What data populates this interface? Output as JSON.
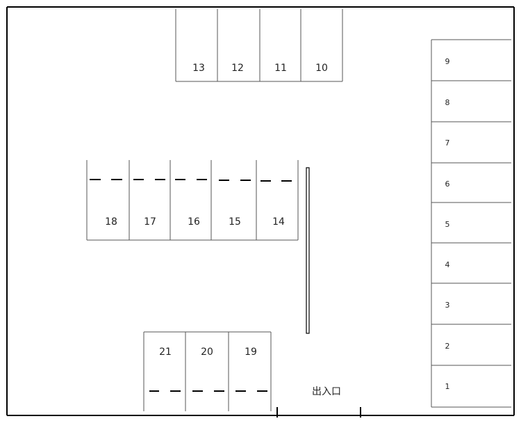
{
  "stall_numbers": {
    "s1": "1",
    "s2": "2",
    "s3": "3",
    "s4": "4",
    "s5": "5",
    "s6": "6",
    "s7": "7",
    "s8": "8",
    "s9": "9",
    "s10": "10",
    "s11": "11",
    "s12": "12",
    "s13": "13",
    "s14": "14",
    "s15": "15",
    "s16": "16",
    "s17": "17",
    "s18": "18",
    "s19": "19",
    "s20": "20",
    "s21": "21"
  },
  "entrance_label": "出入口",
  "colors": {
    "line": "#555555",
    "border": "#000000",
    "text": "#222222"
  }
}
